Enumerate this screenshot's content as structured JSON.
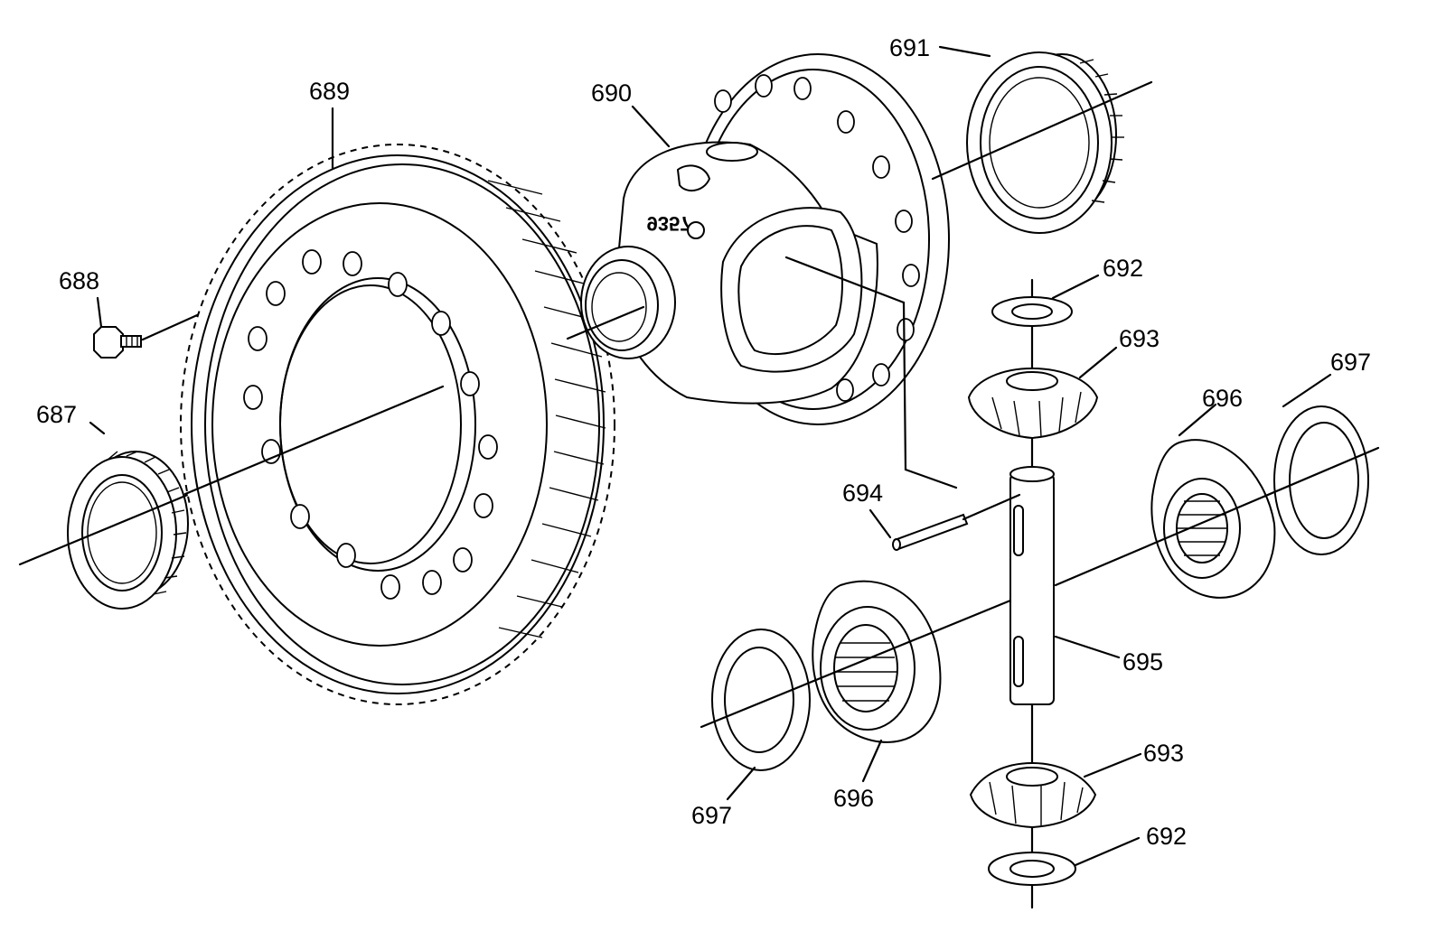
{
  "colors": {
    "ink": "#000000",
    "background": "#ffffff"
  },
  "callouts": {
    "c687": "687",
    "c688": "688",
    "c689": "689",
    "c690": "690",
    "c691": "691",
    "c692_top": "692",
    "c693_top": "693",
    "c694": "694",
    "c695": "695",
    "c696_right": "696",
    "c697_right": "697",
    "c696_bottom": "696",
    "c697_bottom": "697",
    "c693_bottom": "693",
    "c692_bottom": "692"
  },
  "case_marking": "9357"
}
